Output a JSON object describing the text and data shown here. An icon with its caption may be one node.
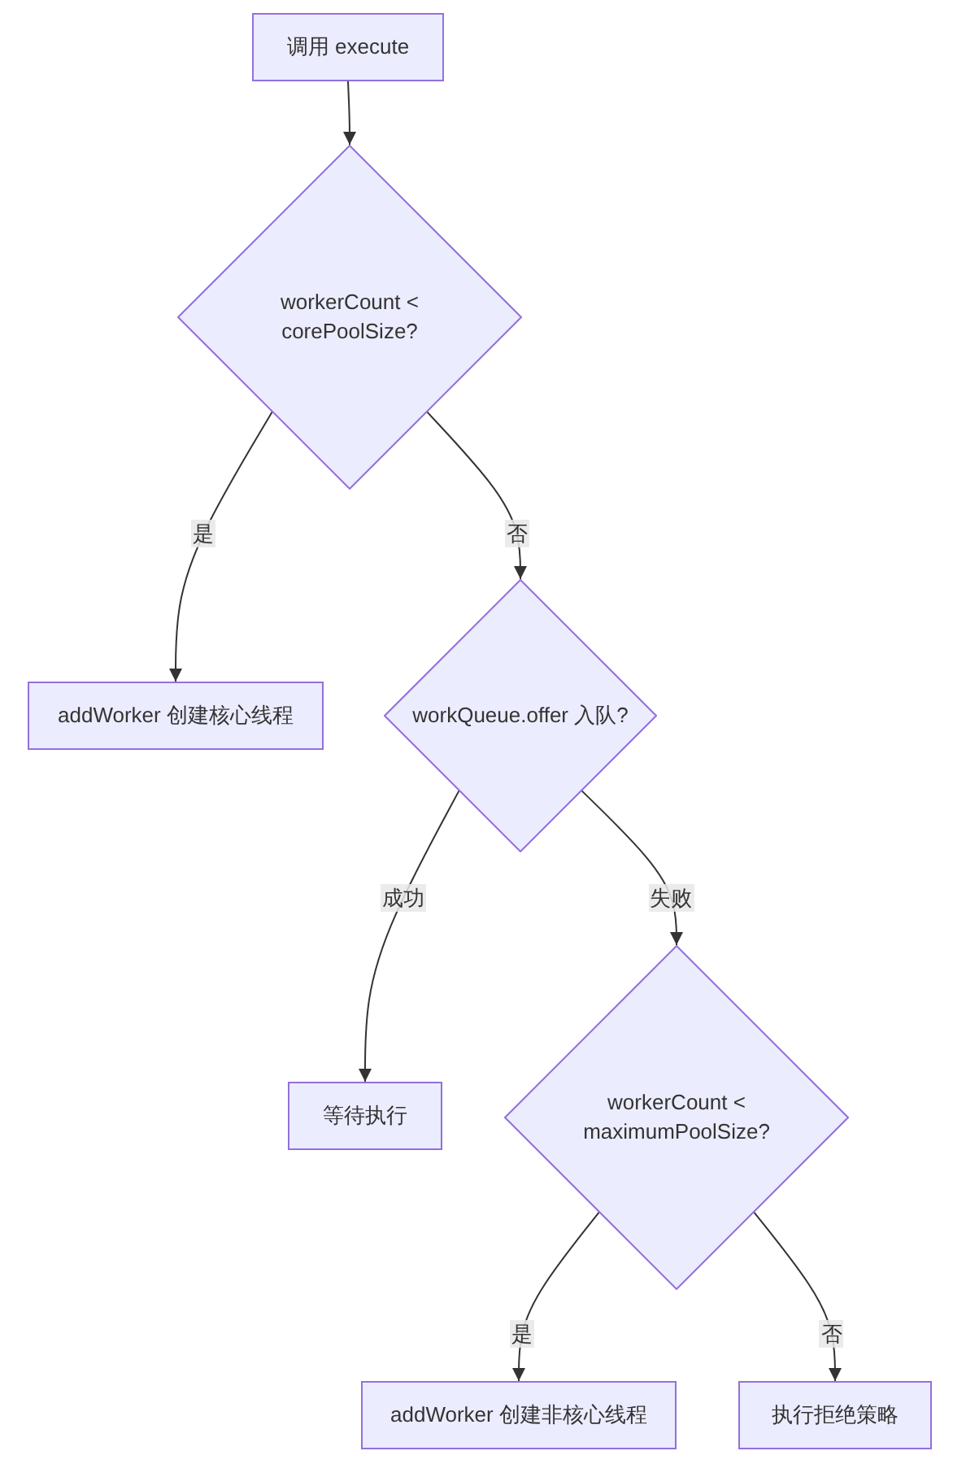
{
  "diagram": {
    "nodes": [
      {
        "text": [
          "调用 execute"
        ]
      },
      {
        "text": [
          "workerCount < corePoolSize?"
        ]
      },
      {
        "text": [
          "addWorker 创建核心线程"
        ]
      },
      {
        "text": [
          "workQueue.offer 入队?"
        ]
      },
      {
        "text": [
          "等待执行"
        ]
      },
      {
        "text": [
          "workerCount < maximumPoolSize?"
        ]
      },
      {
        "text": [
          "addWorker 创建非核心线程"
        ]
      },
      {
        "text": [
          "执行拒绝策略"
        ]
      }
    ],
    "edges": [
      {
        "from": 0,
        "to": 1,
        "arrow": "to"
      },
      {
        "from": 1,
        "to": 2,
        "label": "是",
        "arrow": "to"
      },
      {
        "from": 1,
        "to": 3,
        "label": "否",
        "arrow": "to"
      },
      {
        "from": 3,
        "to": 4,
        "label": "成功",
        "arrow": "to"
      },
      {
        "from": 3,
        "to": 5,
        "label": "失败",
        "arrow": "to"
      },
      {
        "from": 5,
        "to": 6,
        "label": "是",
        "arrow": "to"
      },
      {
        "from": 5,
        "to": 7,
        "label": "否",
        "arrow": "to"
      }
    ]
  }
}
